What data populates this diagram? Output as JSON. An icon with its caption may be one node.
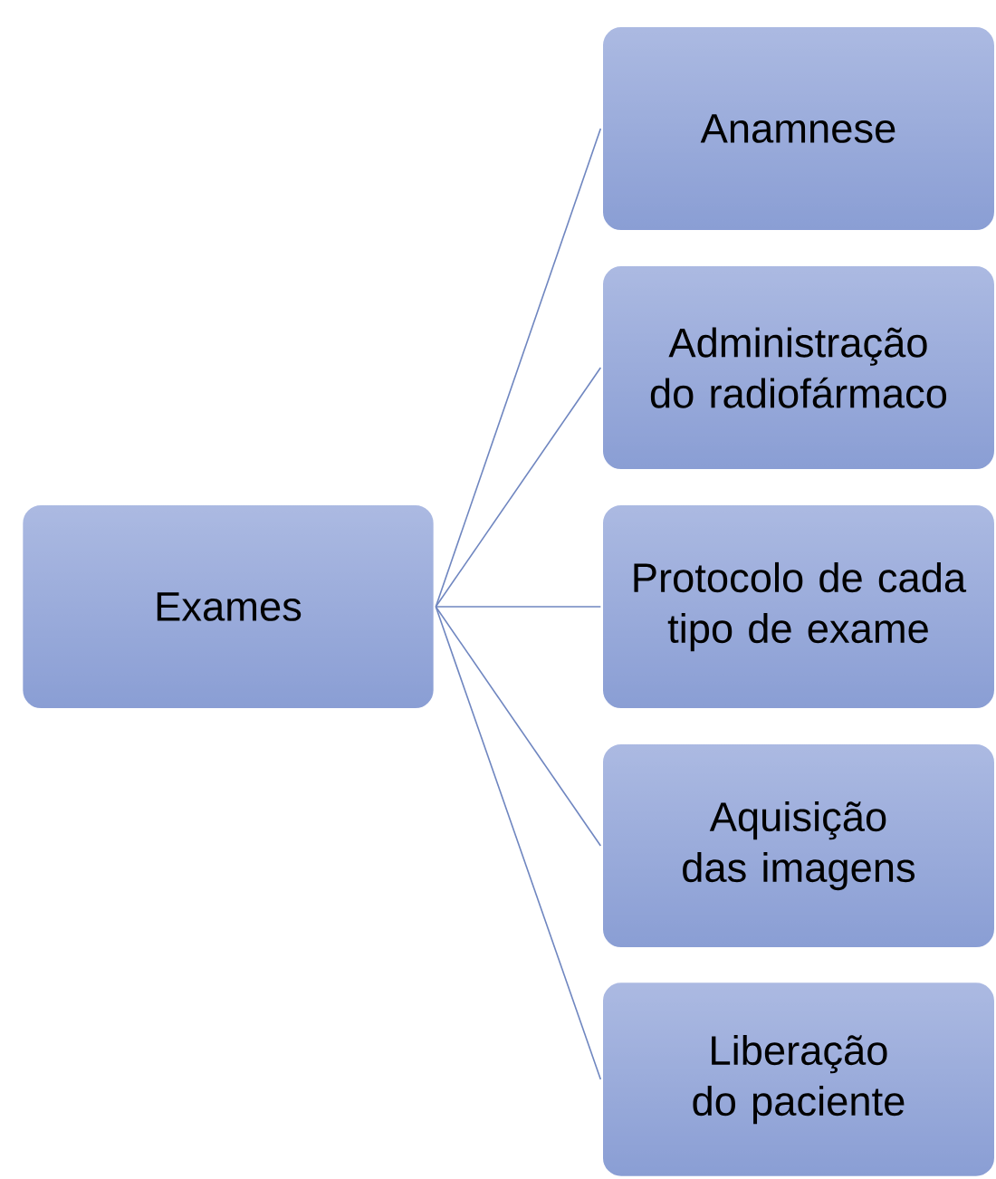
{
  "diagram": {
    "nodes": [
      {
        "text": [
          "Exames"
        ]
      },
      {
        "text": [
          "Anamnese"
        ]
      },
      {
        "text": [
          "Administração do radiofármaco"
        ]
      },
      {
        "text": [
          "Protocolo de cada tipo de exame"
        ]
      },
      {
        "text": [
          "Aquisição das imagens"
        ]
      },
      {
        "text": [
          "Liberação do paciente"
        ]
      }
    ],
    "edges": [
      {
        "from": 0,
        "to": 1,
        "arrow": "none"
      },
      {
        "from": 0,
        "to": 2,
        "arrow": "none"
      },
      {
        "from": 0,
        "to": 3,
        "arrow": "none"
      },
      {
        "from": 0,
        "to": 4,
        "arrow": "none"
      },
      {
        "from": 0,
        "to": 5,
        "arrow": "none"
      }
    ]
  }
}
